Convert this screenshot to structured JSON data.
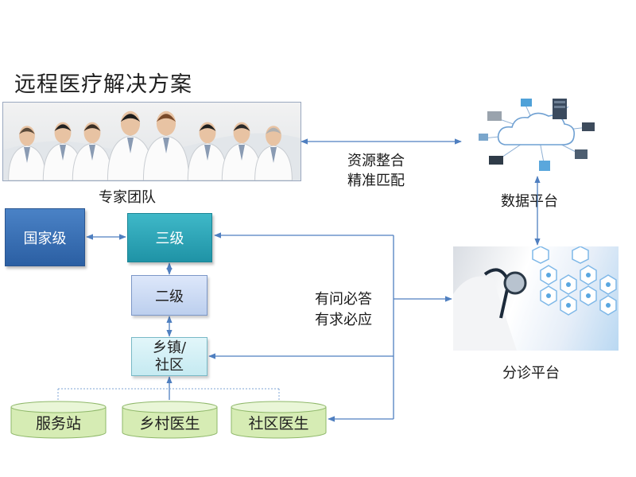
{
  "title": "远程医疗解决方案",
  "team_label": "专家团队",
  "resource_label": [
    "资源整合",
    "精准匹配"
  ],
  "data_platform_label": "数据平台",
  "triage_platform_label": "分诊平台",
  "response_label": [
    "有问必答",
    "有求必应"
  ],
  "hierarchy": {
    "national": "国家级",
    "tier3": "三级",
    "tier2": "二级",
    "town": [
      "乡镇/",
      "社区"
    ]
  },
  "grassroots": [
    "服务站",
    "乡村医生",
    "社区医生"
  ],
  "colors": {
    "arrow": "#4f7fc0",
    "national": "#2f66ad",
    "tier3": "#22a0b3",
    "tier2": "#c8d8f3",
    "town": "#d0eff5",
    "cylinder": "#d9efb8"
  },
  "icons": [
    "cloud-network-icon",
    "doctor-stethoscope-icon"
  ]
}
